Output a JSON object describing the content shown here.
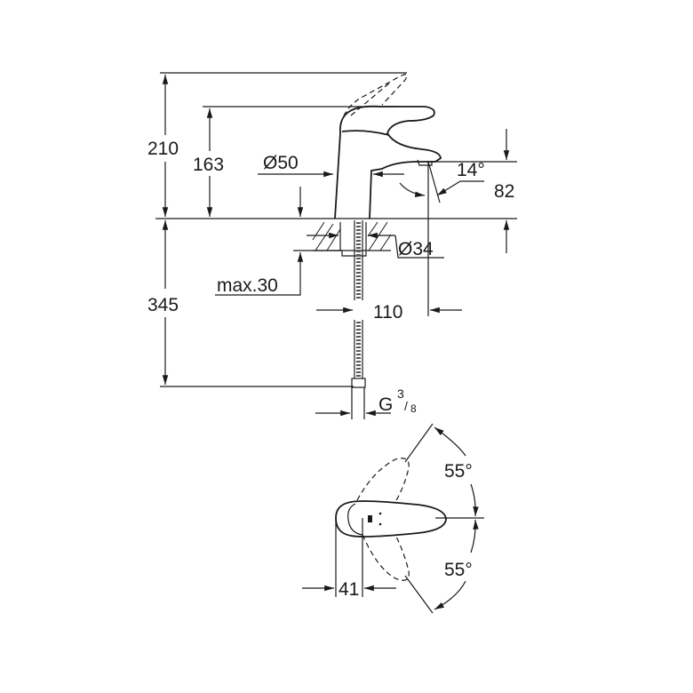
{
  "drawing": {
    "dimensions": {
      "total_height": "210",
      "spout_height": "163",
      "body_diameter": "Ø50",
      "spout_angle": "14°",
      "outlet_height": "82",
      "hole_diameter": "Ø34",
      "max_counter_thickness": "max.30",
      "hose_length": "345",
      "projection": "110",
      "connection_main": "G",
      "connection_num": "3",
      "connection_den": "8",
      "handle_offset": "41",
      "rotation_left": "55°",
      "rotation_right": "55°"
    }
  }
}
